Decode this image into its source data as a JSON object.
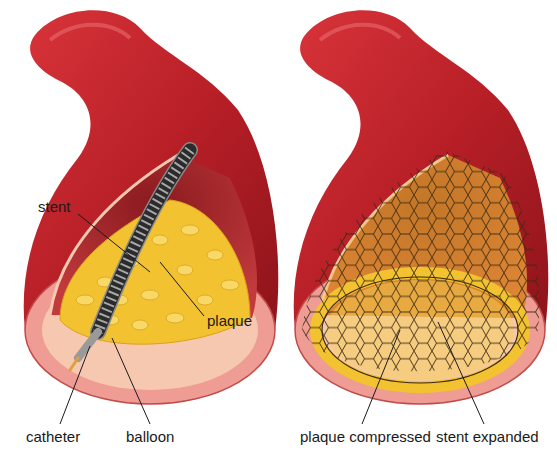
{
  "diagram": {
    "labels": [
      "stent",
      "plaque",
      "catheter",
      "balloon",
      "plaque compressed",
      "stent expanded"
    ]
  }
}
